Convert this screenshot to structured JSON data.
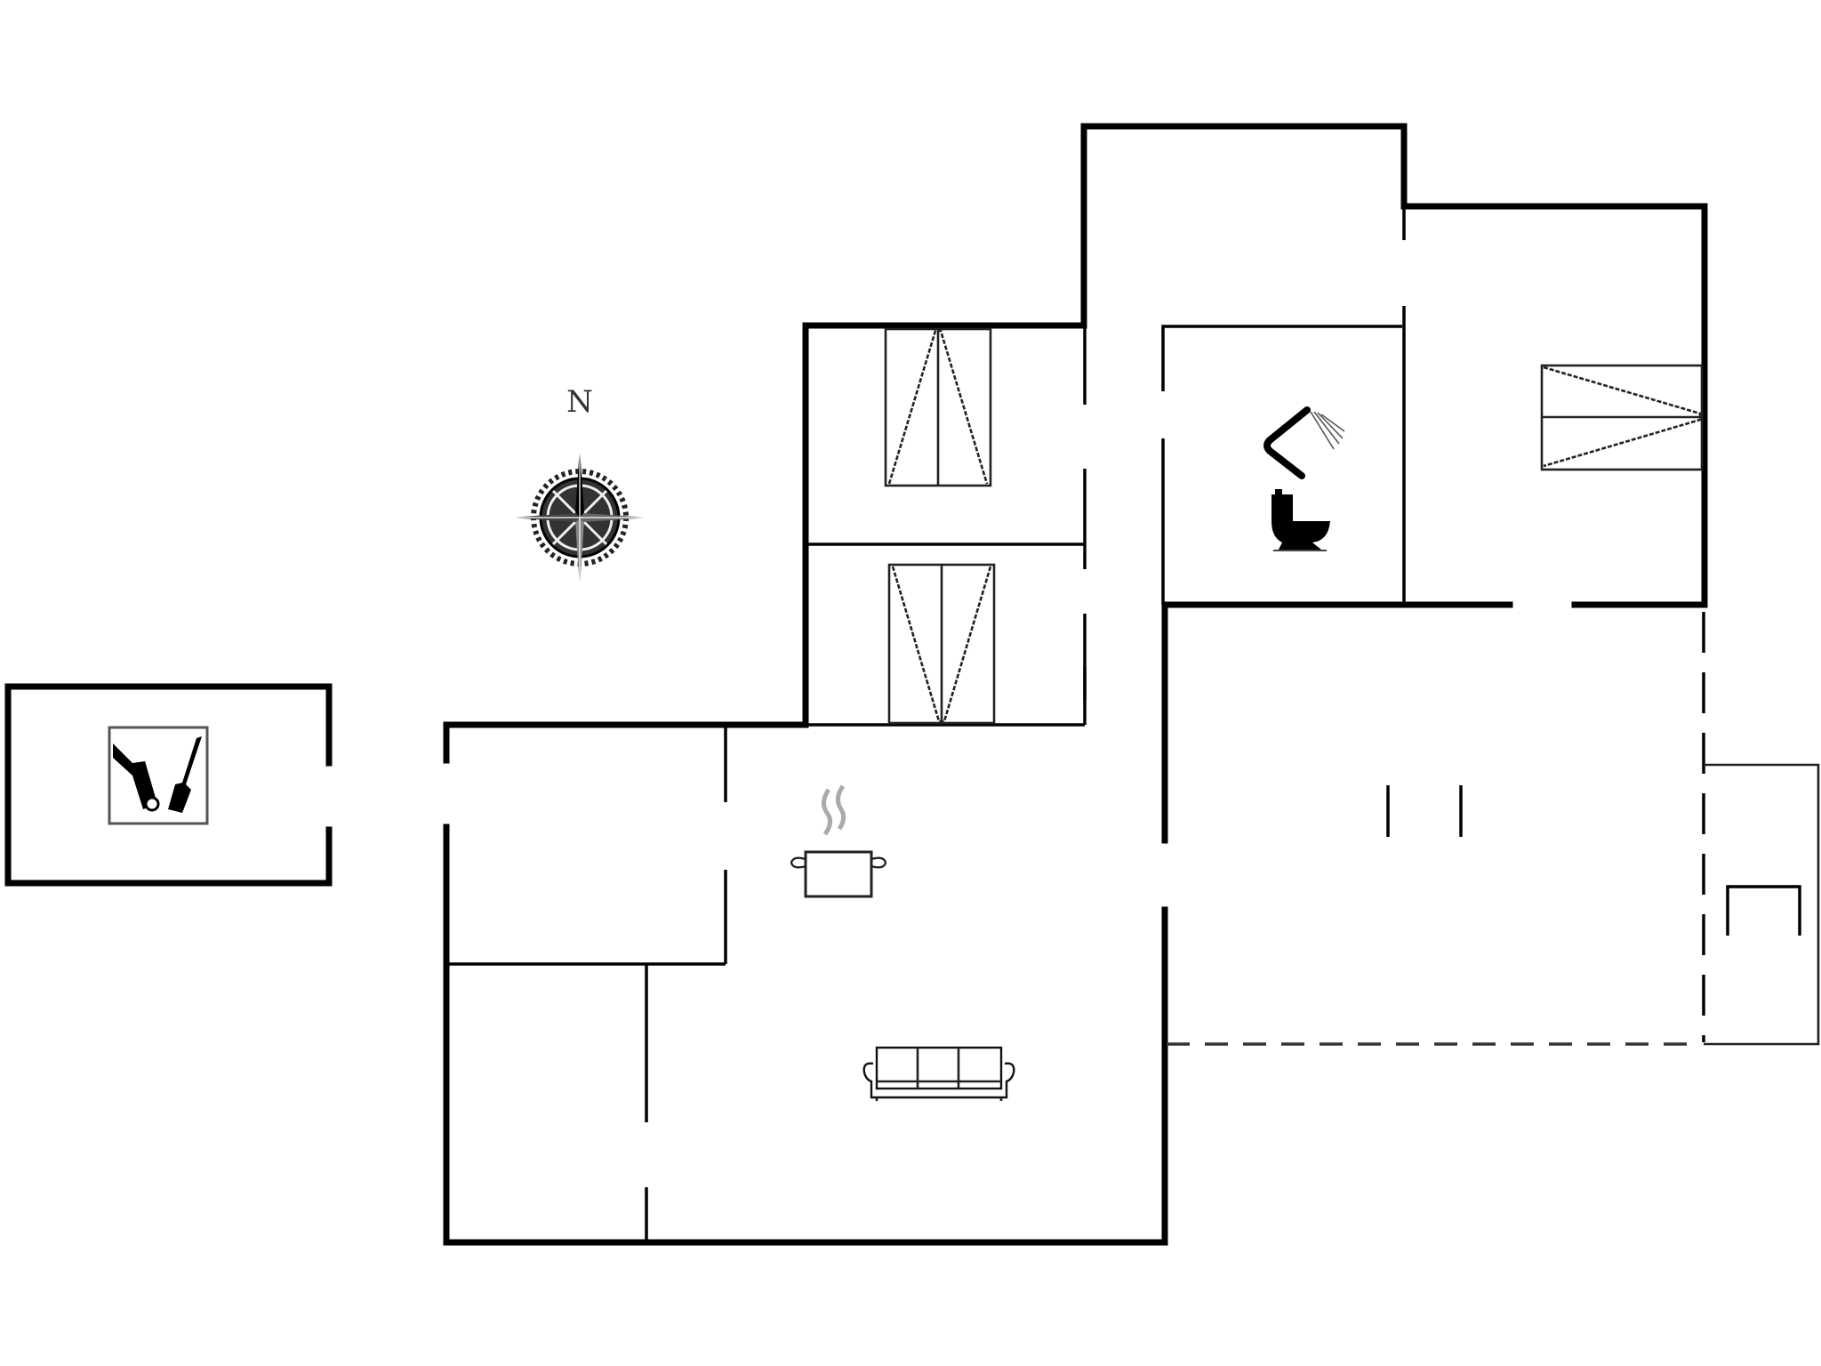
{
  "diagram": {
    "type": "floor-plan",
    "background": "#ffffff",
    "wall_color": "#000000",
    "compass": {
      "label": "N",
      "icon": "compass-rose-icon"
    },
    "rooms": [
      {
        "id": "shed",
        "icon": "wheelbarrow-shovel-icon"
      },
      {
        "id": "bedroom-1",
        "icon": "bed-icon"
      },
      {
        "id": "bedroom-2",
        "icon": "bed-icon"
      },
      {
        "id": "bedroom-3",
        "icon": "bed-icon"
      },
      {
        "id": "bathroom",
        "icon": [
          "shower-icon",
          "toilet-icon"
        ]
      },
      {
        "id": "kitchen",
        "icon": "cooking-pot-icon"
      },
      {
        "id": "living-room",
        "icon": "sofa-icon"
      },
      {
        "id": "utility-room-1"
      },
      {
        "id": "utility-room-2"
      },
      {
        "id": "hall"
      },
      {
        "id": "annex-room"
      },
      {
        "id": "covered-terrace"
      }
    ]
  }
}
